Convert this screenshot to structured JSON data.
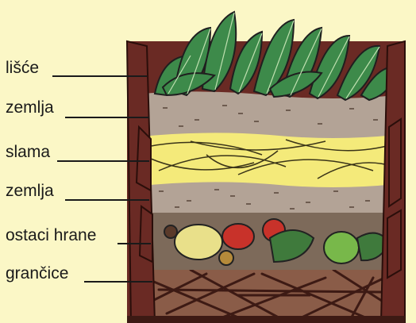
{
  "labels": [
    "lišće",
    "zemlja",
    "slama",
    "zemlja",
    "ostaci hrane",
    "grančice"
  ],
  "colors": {
    "background": "#fbf7c6",
    "frame": "#6a2a24",
    "leaves": "#3d8a4a",
    "soil": "#b3a396",
    "straw": "#f4ea7a",
    "food": "#8e7662",
    "twigs": "#5a2a22"
  }
}
